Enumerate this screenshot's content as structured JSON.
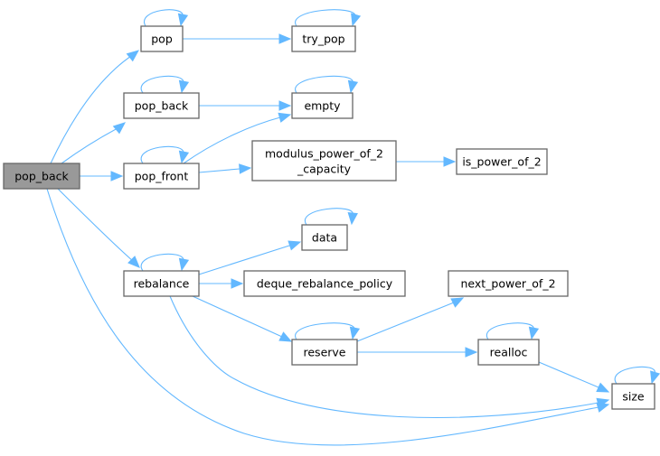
{
  "graph": {
    "type": "call-graph",
    "root": "root_pop_back",
    "colors": {
      "edge": "#63b8ff",
      "root_fill": "#999999",
      "node_fill": "#ffffff",
      "node_border": "#666666"
    },
    "nodes": [
      {
        "id": "root_pop_back",
        "label": "pop_back",
        "root": true
      },
      {
        "id": "pop",
        "label": "pop"
      },
      {
        "id": "try_pop",
        "label": "try_pop"
      },
      {
        "id": "pop_back",
        "label": "pop_back"
      },
      {
        "id": "empty",
        "label": "empty"
      },
      {
        "id": "pop_front",
        "label": "pop_front"
      },
      {
        "id": "modulus",
        "label_lines": [
          "modulus_power_of_2",
          "_capacity"
        ]
      },
      {
        "id": "is_power_of_2",
        "label": "is_power_of_2"
      },
      {
        "id": "data",
        "label": "data"
      },
      {
        "id": "rebalance",
        "label": "rebalance"
      },
      {
        "id": "deque_rebalance_policy",
        "label": "deque_rebalance_policy"
      },
      {
        "id": "next_power_of_2",
        "label": "next_power_of_2"
      },
      {
        "id": "reserve",
        "label": "reserve"
      },
      {
        "id": "realloc",
        "label": "realloc"
      },
      {
        "id": "size",
        "label": "size"
      }
    ],
    "edges": [
      {
        "from": "root_pop_back",
        "to": "pop"
      },
      {
        "from": "root_pop_back",
        "to": "pop_back"
      },
      {
        "from": "root_pop_back",
        "to": "pop_front"
      },
      {
        "from": "root_pop_back",
        "to": "rebalance"
      },
      {
        "from": "root_pop_back",
        "to": "size"
      },
      {
        "from": "pop",
        "to": "pop"
      },
      {
        "from": "pop",
        "to": "try_pop"
      },
      {
        "from": "try_pop",
        "to": "try_pop"
      },
      {
        "from": "pop_back",
        "to": "pop_back"
      },
      {
        "from": "pop_back",
        "to": "empty"
      },
      {
        "from": "empty",
        "to": "empty"
      },
      {
        "from": "pop_front",
        "to": "pop_front"
      },
      {
        "from": "pop_front",
        "to": "empty"
      },
      {
        "from": "pop_front",
        "to": "modulus"
      },
      {
        "from": "modulus",
        "to": "is_power_of_2"
      },
      {
        "from": "rebalance",
        "to": "rebalance"
      },
      {
        "from": "rebalance",
        "to": "data"
      },
      {
        "from": "rebalance",
        "to": "deque_rebalance_policy"
      },
      {
        "from": "rebalance",
        "to": "reserve"
      },
      {
        "from": "rebalance",
        "to": "size"
      },
      {
        "from": "data",
        "to": "data"
      },
      {
        "from": "reserve",
        "to": "reserve"
      },
      {
        "from": "reserve",
        "to": "next_power_of_2"
      },
      {
        "from": "reserve",
        "to": "realloc"
      },
      {
        "from": "realloc",
        "to": "realloc"
      },
      {
        "from": "realloc",
        "to": "size"
      },
      {
        "from": "size",
        "to": "size"
      }
    ]
  }
}
